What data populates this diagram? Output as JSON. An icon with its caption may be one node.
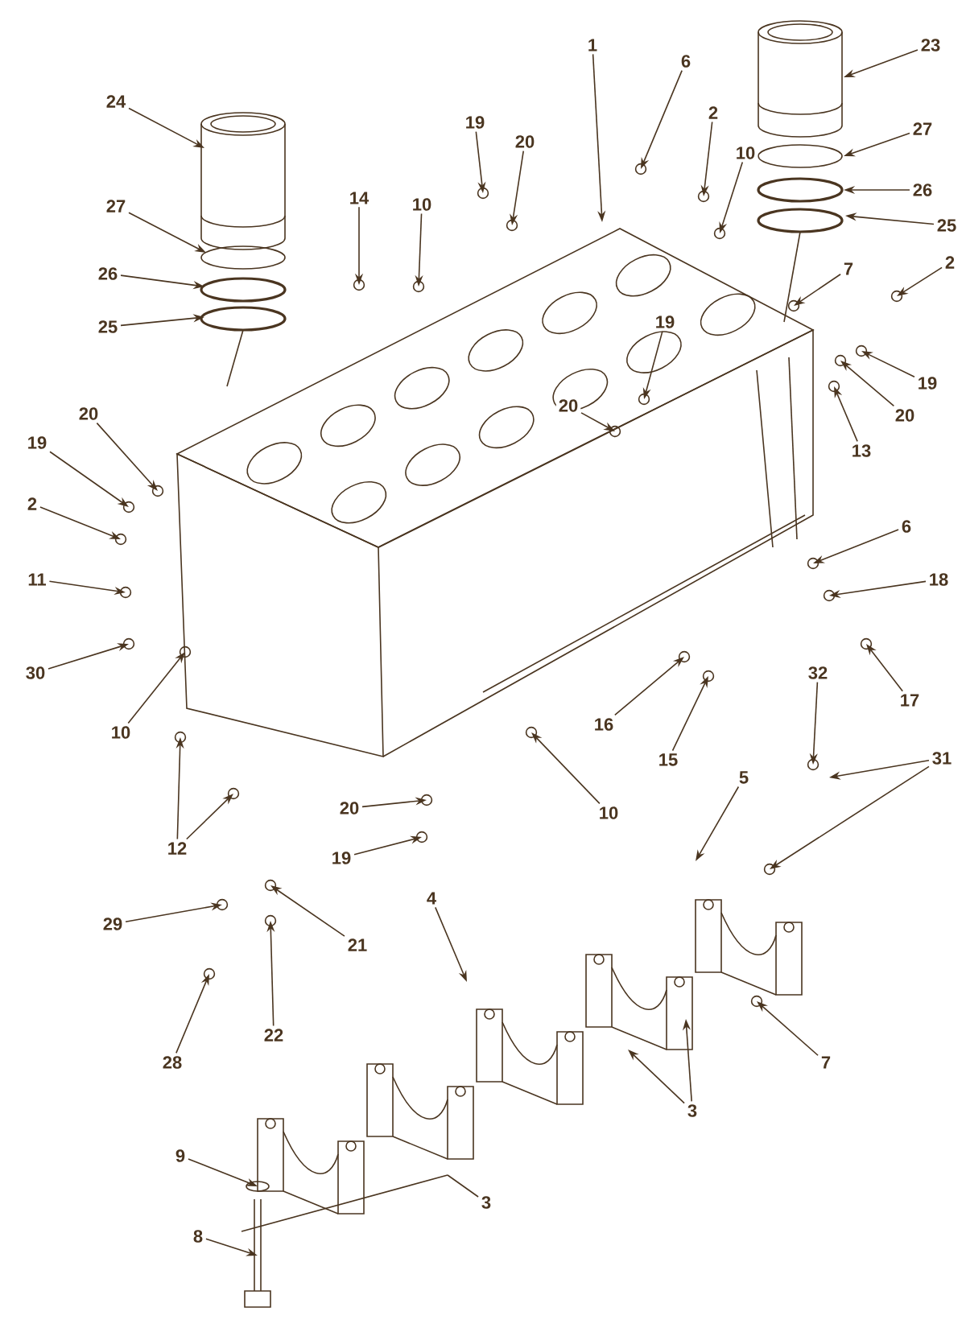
{
  "diagram": {
    "nodes": [
      {
        "text": [
          "1"
        ]
      },
      {
        "text": [
          "6"
        ]
      },
      {
        "text": [
          "23"
        ]
      },
      {
        "text": [
          "24"
        ]
      },
      {
        "text": [
          "2"
        ]
      },
      {
        "text": [
          "19"
        ]
      },
      {
        "text": [
          "20"
        ]
      },
      {
        "text": [
          "27"
        ]
      },
      {
        "text": [
          "10"
        ]
      },
      {
        "text": [
          "26"
        ]
      },
      {
        "text": [
          "14"
        ]
      },
      {
        "text": [
          "10"
        ]
      },
      {
        "text": [
          "27"
        ]
      },
      {
        "text": [
          "25"
        ]
      },
      {
        "text": [
          "7"
        ]
      },
      {
        "text": [
          "2"
        ]
      },
      {
        "text": [
          "26"
        ]
      },
      {
        "text": [
          "25"
        ]
      },
      {
        "text": [
          "19"
        ]
      },
      {
        "text": [
          "19"
        ]
      },
      {
        "text": [
          "20"
        ]
      },
      {
        "text": [
          "20"
        ]
      },
      {
        "text": [
          "20"
        ]
      },
      {
        "text": [
          "19"
        ]
      },
      {
        "text": [
          "13"
        ]
      },
      {
        "text": [
          "2"
        ]
      },
      {
        "text": [
          "6"
        ]
      },
      {
        "text": [
          "11"
        ]
      },
      {
        "text": [
          "18"
        ]
      },
      {
        "text": [
          "30"
        ]
      },
      {
        "text": [
          "32"
        ]
      },
      {
        "text": [
          "17"
        ]
      },
      {
        "text": [
          "16"
        ]
      },
      {
        "text": [
          "10"
        ]
      },
      {
        "text": [
          "15"
        ]
      },
      {
        "text": [
          "31"
        ]
      },
      {
        "text": [
          "5"
        ]
      },
      {
        "text": [
          "10"
        ]
      },
      {
        "text": [
          "20"
        ]
      },
      {
        "text": [
          "12"
        ]
      },
      {
        "text": [
          "19"
        ]
      },
      {
        "text": [
          "4"
        ]
      },
      {
        "text": [
          "29"
        ]
      },
      {
        "text": [
          "21"
        ]
      },
      {
        "text": [
          "22"
        ]
      },
      {
        "text": [
          "28"
        ]
      },
      {
        "text": [
          "7"
        ]
      },
      {
        "text": [
          "3"
        ]
      },
      {
        "text": [
          "3"
        ]
      },
      {
        "text": [
          "9"
        ]
      },
      {
        "text": [
          "8"
        ]
      }
    ],
    "edges": [
      {
        "from": 0,
        "to": null,
        "arrow": "to"
      },
      {
        "from": 1,
        "to": null,
        "arrow": "to"
      },
      {
        "from": 2,
        "to": null,
        "arrow": "to"
      },
      {
        "from": 3,
        "to": null,
        "arrow": "to"
      },
      {
        "from": 4,
        "to": null,
        "arrow": "to"
      },
      {
        "from": 5,
        "to": null,
        "arrow": "to"
      },
      {
        "from": 6,
        "to": null,
        "arrow": "to"
      },
      {
        "from": 7,
        "to": null,
        "arrow": "to"
      },
      {
        "from": 8,
        "to": null,
        "arrow": "to"
      },
      {
        "from": 9,
        "to": null,
        "arrow": "to"
      },
      {
        "from": 10,
        "to": null,
        "arrow": "to"
      },
      {
        "from": 11,
        "to": null,
        "arrow": "to"
      },
      {
        "from": 12,
        "to": null,
        "arrow": "to"
      },
      {
        "from": 13,
        "to": null,
        "arrow": "to"
      },
      {
        "from": 14,
        "to": null,
        "arrow": "to"
      },
      {
        "from": 15,
        "to": null,
        "arrow": "to"
      },
      {
        "from": 16,
        "to": null,
        "arrow": "to"
      },
      {
        "from": 17,
        "to": null,
        "arrow": "to"
      },
      {
        "from": 18,
        "to": null,
        "arrow": "to"
      },
      {
        "from": 19,
        "to": null,
        "arrow": "to"
      },
      {
        "from": 20,
        "to": null,
        "arrow": "to"
      },
      {
        "from": 21,
        "to": null,
        "arrow": "to"
      },
      {
        "from": 22,
        "to": null,
        "arrow": "to"
      },
      {
        "from": 23,
        "to": null,
        "arrow": "to"
      },
      {
        "from": 24,
        "to": null,
        "arrow": "to"
      },
      {
        "from": 25,
        "to": null,
        "arrow": "to"
      },
      {
        "from": 26,
        "to": null,
        "arrow": "to"
      },
      {
        "from": 27,
        "to": null,
        "arrow": "to"
      },
      {
        "from": 28,
        "to": null,
        "arrow": "to"
      },
      {
        "from": 29,
        "to": null,
        "arrow": "to"
      },
      {
        "from": 30,
        "to": null,
        "arrow": "to"
      },
      {
        "from": 31,
        "to": null,
        "arrow": "to"
      },
      {
        "from": 32,
        "to": null,
        "arrow": "to"
      },
      {
        "from": 33,
        "to": null,
        "arrow": "to"
      },
      {
        "from": 34,
        "to": null,
        "arrow": "to"
      },
      {
        "from": 35,
        "to": null,
        "arrow": "to"
      },
      {
        "from": 35,
        "to": null,
        "arrow": "to"
      },
      {
        "from": 36,
        "to": null,
        "arrow": "to"
      },
      {
        "from": 37,
        "to": null,
        "arrow": "to"
      },
      {
        "from": 38,
        "to": null,
        "arrow": "to"
      },
      {
        "from": 39,
        "to": null,
        "arrow": "to"
      },
      {
        "from": 39,
        "to": null,
        "arrow": "to"
      },
      {
        "from": 40,
        "to": null,
        "arrow": "to"
      },
      {
        "from": 41,
        "to": null,
        "arrow": "to"
      },
      {
        "from": 42,
        "to": null,
        "arrow": "to"
      },
      {
        "from": 43,
        "to": null,
        "arrow": "to"
      },
      {
        "from": 44,
        "to": null,
        "arrow": "to"
      },
      {
        "from": 45,
        "to": null,
        "arrow": "to"
      },
      {
        "from": 46,
        "to": null,
        "arrow": "to"
      },
      {
        "from": 47,
        "to": null,
        "arrow": "to"
      },
      {
        "from": 47,
        "to": null,
        "arrow": "to"
      },
      {
        "from": 48,
        "to": null,
        "arrow": "none"
      },
      {
        "from": 49,
        "to": null,
        "arrow": "to"
      },
      {
        "from": 50,
        "to": null,
        "arrow": "to"
      }
    ]
  }
}
